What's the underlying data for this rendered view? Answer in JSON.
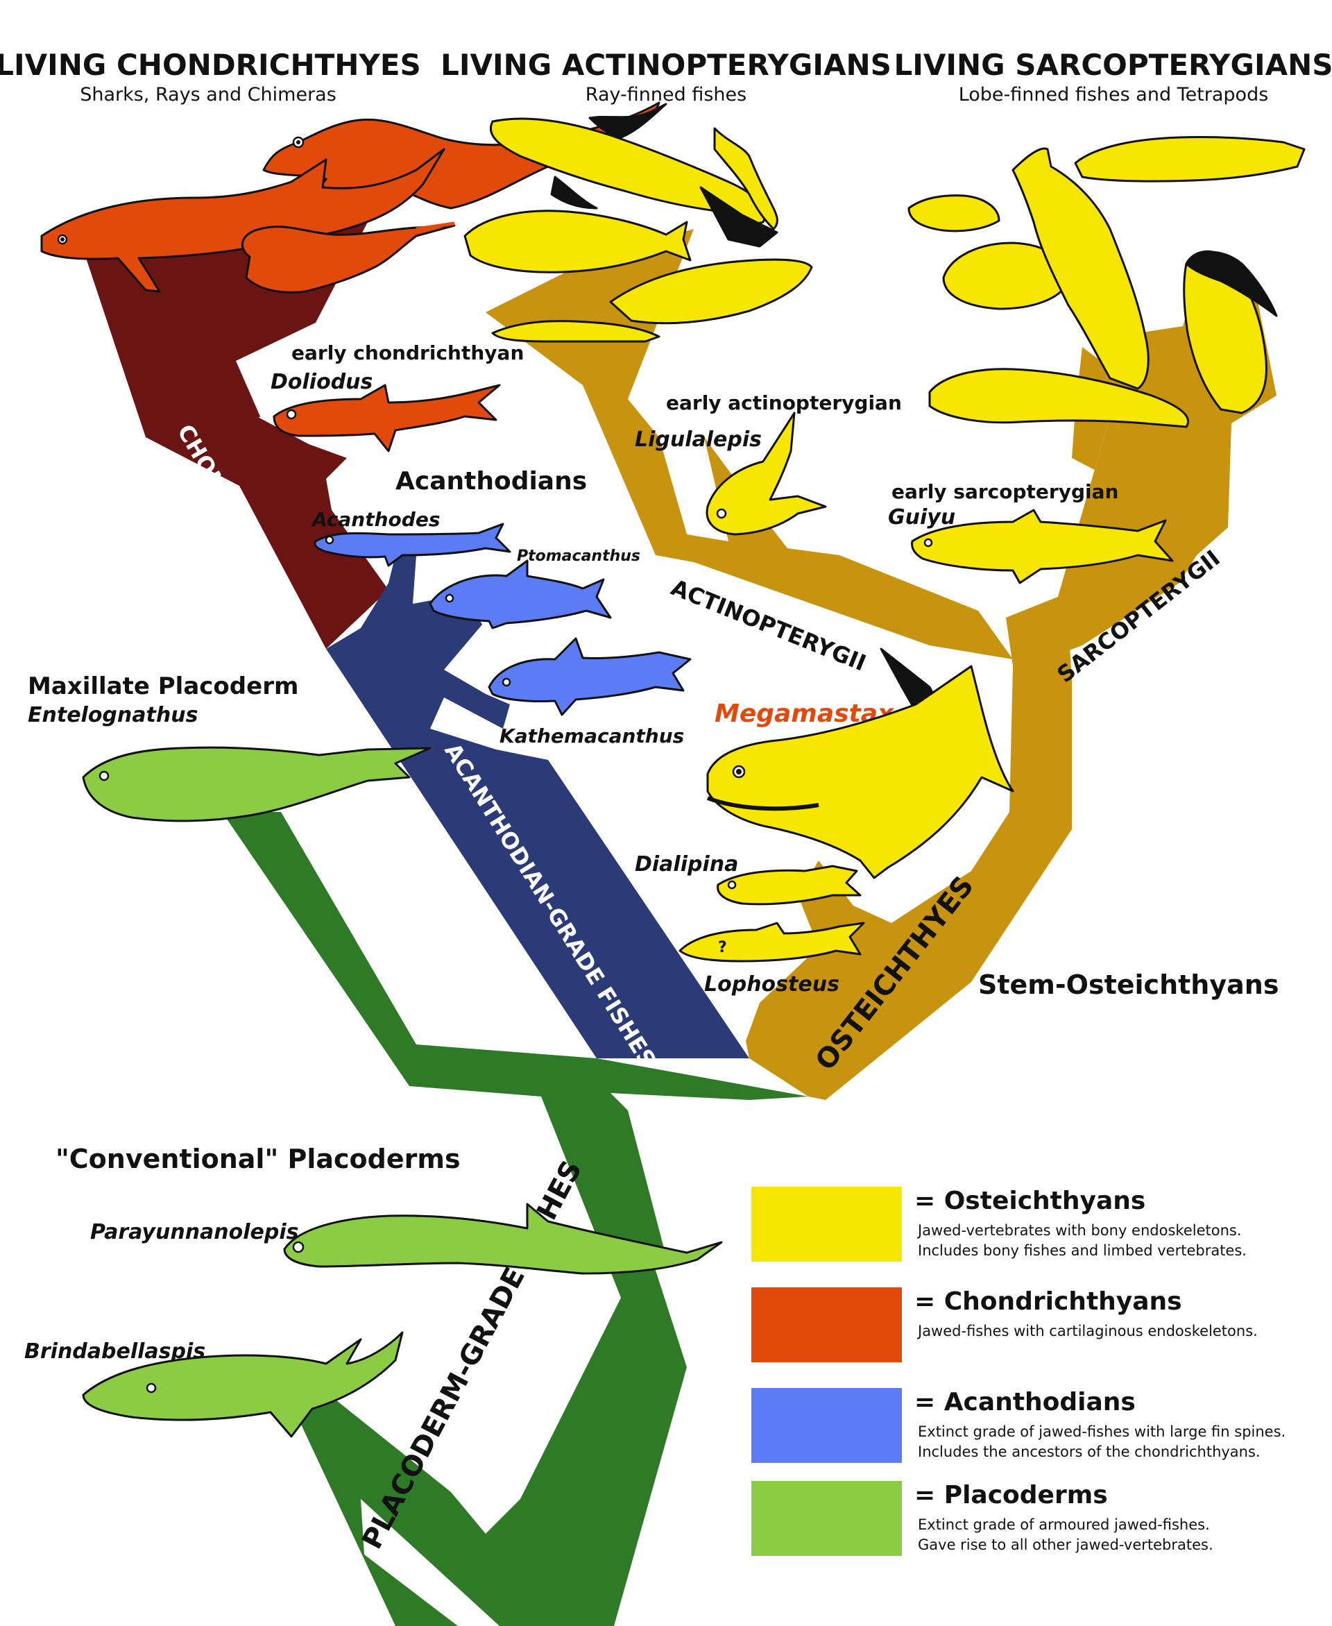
{
  "colors": {
    "chondrichthyes_branch": "#6b1414",
    "acanthodian_branch": "#2a3b78",
    "placoderm_branch": "#2f7a26",
    "osteichthyes_branch": "#c8940f",
    "osteichthyan_fill": "#f7e600",
    "chondrichthyan_fill": "#e24a0c",
    "acanthodian_fill": "#5b7cf5",
    "placoderm_fill": "#8ccc45",
    "black_fin": "#111111",
    "highlight_text": "#e24a0c"
  },
  "headers": {
    "chondrichthyes": {
      "title": "LIVING CHONDRICHTHYES",
      "subtitle": "Sharks, Rays and Chimeras"
    },
    "actinopterygians": {
      "title": "LIVING ACTINOPTERYGIANS",
      "subtitle": "Ray-finned fishes"
    },
    "sarcopterygians": {
      "title": "LIVING SARCOPTERYGIANS",
      "subtitle": "Lobe-finned fishes and Tetrapods"
    }
  },
  "clades": {
    "chondrichthyes": "CHONDRICHTHYES",
    "acanthodian_grade": "ACANTHODIAN-GRADE FISHES",
    "actinopterygii": "ACTINOPTERYGII",
    "sarcopterygii": "SARCOPTERYGII",
    "osteichthyes": "OSTEICHTHYES",
    "placoderm_grade": "PLACODERM-GRADE FISHES"
  },
  "labels": {
    "early_chondrichthyan": "early chondrichthyan",
    "doliodus": "Doliodus",
    "acanthodians": "Acanthodians",
    "acanthodes": "Acanthodes",
    "ptomacanthus": "Ptomacanthus",
    "kathemacanthus": "Kathemacanthus",
    "maxillate_placoderm": "Maxillate Placoderm",
    "entelognathus": "Entelognathus",
    "early_actinopterygian": "early actinopterygian",
    "ligulalepis": "Ligulalepis",
    "early_sarcopterygian": "early sarcopterygian",
    "guiyu": "Guiyu",
    "megamastax": "Megamastax",
    "dialipina": "Dialipina",
    "lophosteus": "Lophosteus",
    "question_mark": "?",
    "stem_osteichthyans": "Stem-Osteichthyans",
    "conventional_placoderms": "\"Conventional\" Placoderms",
    "parayunnanolepis": "Parayunnanolepis",
    "brindabellaspis": "Brindabellaspis"
  },
  "legend": [
    {
      "color": "#f7e600",
      "title": "= Osteichthyans",
      "lines": [
        "Jawed-vertebrates with bony endoskeletons.",
        "Includes bony fishes and limbed vertebrates."
      ]
    },
    {
      "color": "#e24a0c",
      "title": "= Chondrichthyans",
      "lines": [
        "Jawed-fishes with cartilaginous endoskeletons."
      ]
    },
    {
      "color": "#5b7cf5",
      "title": "= Acanthodians",
      "lines": [
        "Extinct grade of jawed-fishes with large fin spines.",
        "Includes the ancestors of the chondrichthyans."
      ]
    },
    {
      "color": "#8ccc45",
      "title": "= Placoderms",
      "lines": [
        "Extinct grade of armoured jawed-fishes.",
        "Gave rise to all other jawed-vertebrates."
      ]
    }
  ]
}
